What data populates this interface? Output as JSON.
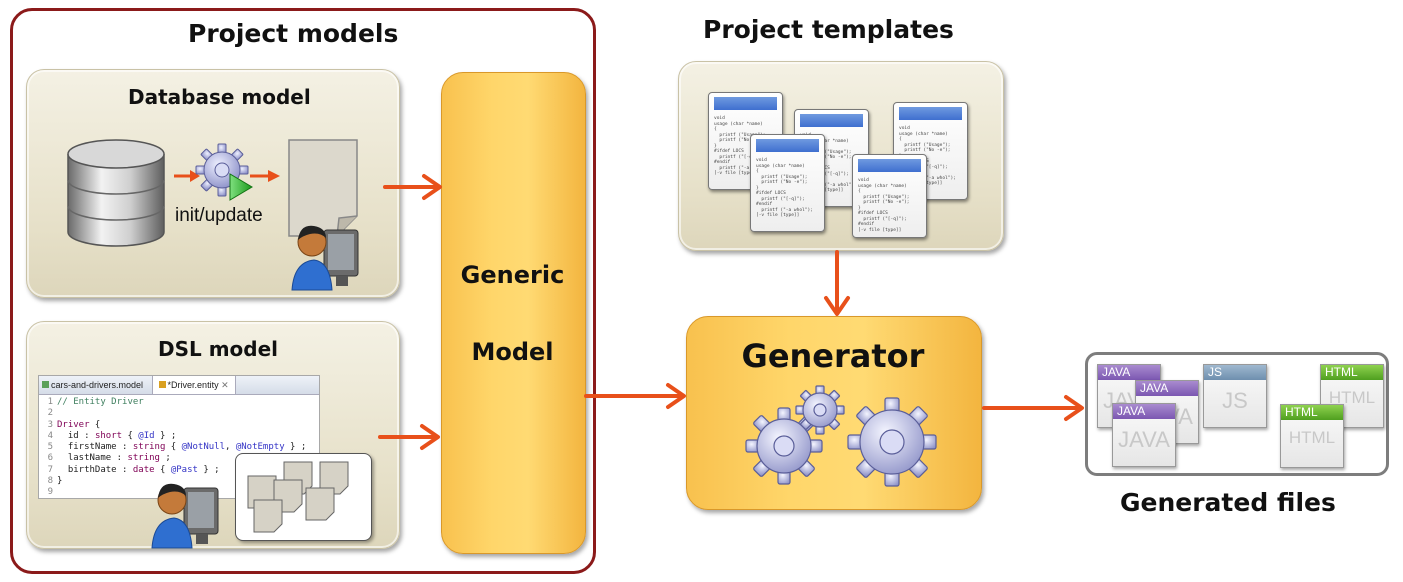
{
  "project_models": {
    "title": "Project models"
  },
  "database_model": {
    "title": "Database model",
    "init_label": "init/update"
  },
  "dsl_model": {
    "title": "DSL model",
    "tabs": [
      "cars-and-drivers.model",
      "*Driver.entity"
    ],
    "code_lines": [
      "1",
      "2",
      "3",
      "4",
      "5",
      "6",
      "7",
      "8",
      "9"
    ]
  },
  "generic_model": {
    "line1": "Generic",
    "line2": "Model"
  },
  "project_templates": {
    "title": "Project templates"
  },
  "generator": {
    "title": "Generator"
  },
  "generated_files": {
    "title": "Generated files",
    "file_types": {
      "java": "JAVA",
      "js": "JS",
      "html": "HTML"
    }
  },
  "colors": {
    "arrow": "#e8501a",
    "frame": "#8b1a1a",
    "orange_box": "#ffd66a",
    "panel": "#e6e0c8"
  }
}
